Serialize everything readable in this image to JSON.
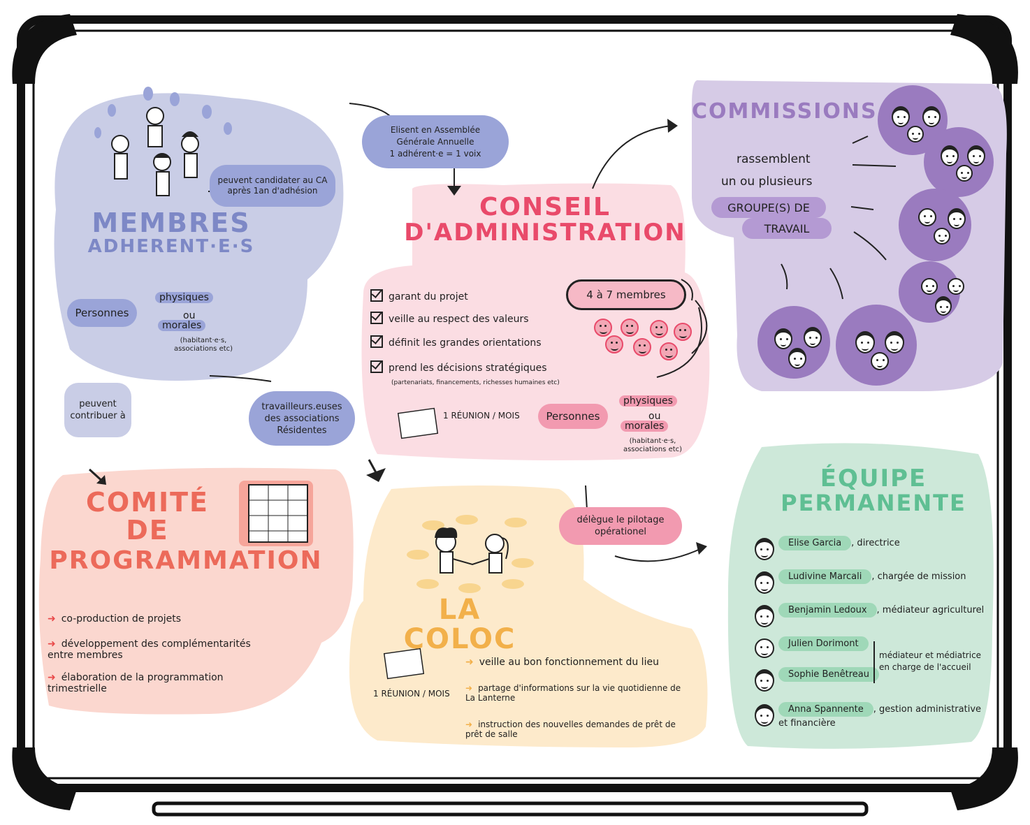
{
  "membres": {
    "title_line1": "MEMBRES",
    "title_line2": "ADHERENT·E·S",
    "candidater": "peuvent candidater au CA après 1an d'adhésion",
    "personnes": "Personnes",
    "physiques": "physiques",
    "ou": "ou",
    "morales": "morales",
    "note": "(habitant·e·s, associations etc)"
  },
  "elisent": {
    "line1": "Elisent en Assemblée",
    "line2": "Générale Annuelle",
    "line3": "1 adhérent·e = 1 voix"
  },
  "contribuer": "peuvent contribuer à",
  "travailleurs": "travailleurs.euses des associations Résidentes",
  "conseil": {
    "title_line1": "CONSEIL",
    "title_line2": "D'ADMINISTRATION",
    "items": [
      "garant du projet",
      "veille au respect des valeurs",
      "définit les grandes orientations",
      "prend les décisions stratégiques"
    ],
    "items_note": "(partenariats, financements, richesses humaines etc)",
    "membres_count": "4 à 7 membres",
    "reunion": "1 RÉUNION / MOIS",
    "personnes": "Personnes",
    "physiques": "physiques",
    "ou": "ou",
    "morales": "morales",
    "note": "(habitant·e·s, associations etc)"
  },
  "commissions": {
    "title": "COMMISSIONS",
    "line1": "rassemblent",
    "line2": "un ou plusieurs",
    "groupes": "GROUPE(S) DE",
    "travail": "TRAVAIL"
  },
  "comite": {
    "title_line1": "COMITÉ",
    "title_line2": "DE",
    "title_line3": "PROGRAMMATION",
    "items": [
      "co-production de projets",
      "développement des complémentarités entre membres",
      "élaboration de la programmation trimestrielle"
    ]
  },
  "coloc": {
    "title": "LA COLOC",
    "reunion": "1 RÉUNION / MOIS",
    "items": [
      "veille au bon fonctionnement du lieu",
      "partage d'informations sur la vie quotidienne de La Lanterne",
      "instruction des nouvelles demandes de prêt de prêt de salle"
    ]
  },
  "delegue": "délègue le pilotage opérationel",
  "equipe": {
    "title_line1": "ÉQUIPE",
    "title_line2": "PERMANENTE",
    "members": [
      {
        "name": "Elise Garcia",
        "role": ", directrice"
      },
      {
        "name": "Ludivine Marcali",
        "role": ", chargée de mission"
      },
      {
        "name": "Benjamin Ledoux",
        "role": ", médiateur agriculturel"
      },
      {
        "name": "Julien Dorimont",
        "role": ""
      },
      {
        "name": "Sophie Benêtreau",
        "role": ""
      },
      {
        "name": "Anna Spannente",
        "role": ", gestion administrative et financière"
      }
    ],
    "shared_role": "médiateur et médiatrice en charge de l'accueil"
  },
  "colors": {
    "blue": "#c9cde6",
    "blue_dark": "#7d88c6",
    "pink": "#fbdde3",
    "pink_dark": "#e94a6a",
    "purple": "#d6cbe6",
    "purple_dark": "#9a7bbf",
    "salmon": "#fbd7cf",
    "salmon_dark": "#ec6a5a",
    "yellow": "#fdeacb",
    "yellow_dark": "#f2b04a",
    "green": "#cde8d9",
    "green_dark": "#5fbf93"
  }
}
